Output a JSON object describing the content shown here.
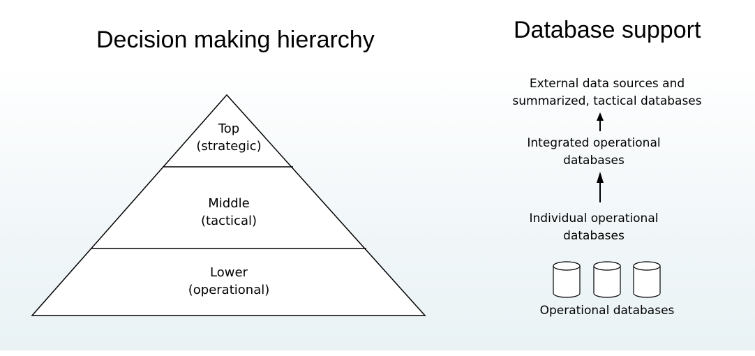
{
  "left": {
    "title": "Decision making hierarchy",
    "levels": [
      {
        "name": "Top",
        "desc": "(strategic)"
      },
      {
        "name": "Middle",
        "desc": "(tactical)"
      },
      {
        "name": "Lower",
        "desc": "(operational)"
      }
    ]
  },
  "right": {
    "title": "Database support",
    "stages": [
      {
        "line1": "External data sources and",
        "line2": "summarized, tactical databases"
      },
      {
        "line1": "Integrated operational",
        "line2": "databases"
      },
      {
        "line1": "Individual operational",
        "line2": "databases"
      }
    ],
    "cylinders_label": "Operational databases",
    "cylinder_count": 3
  }
}
